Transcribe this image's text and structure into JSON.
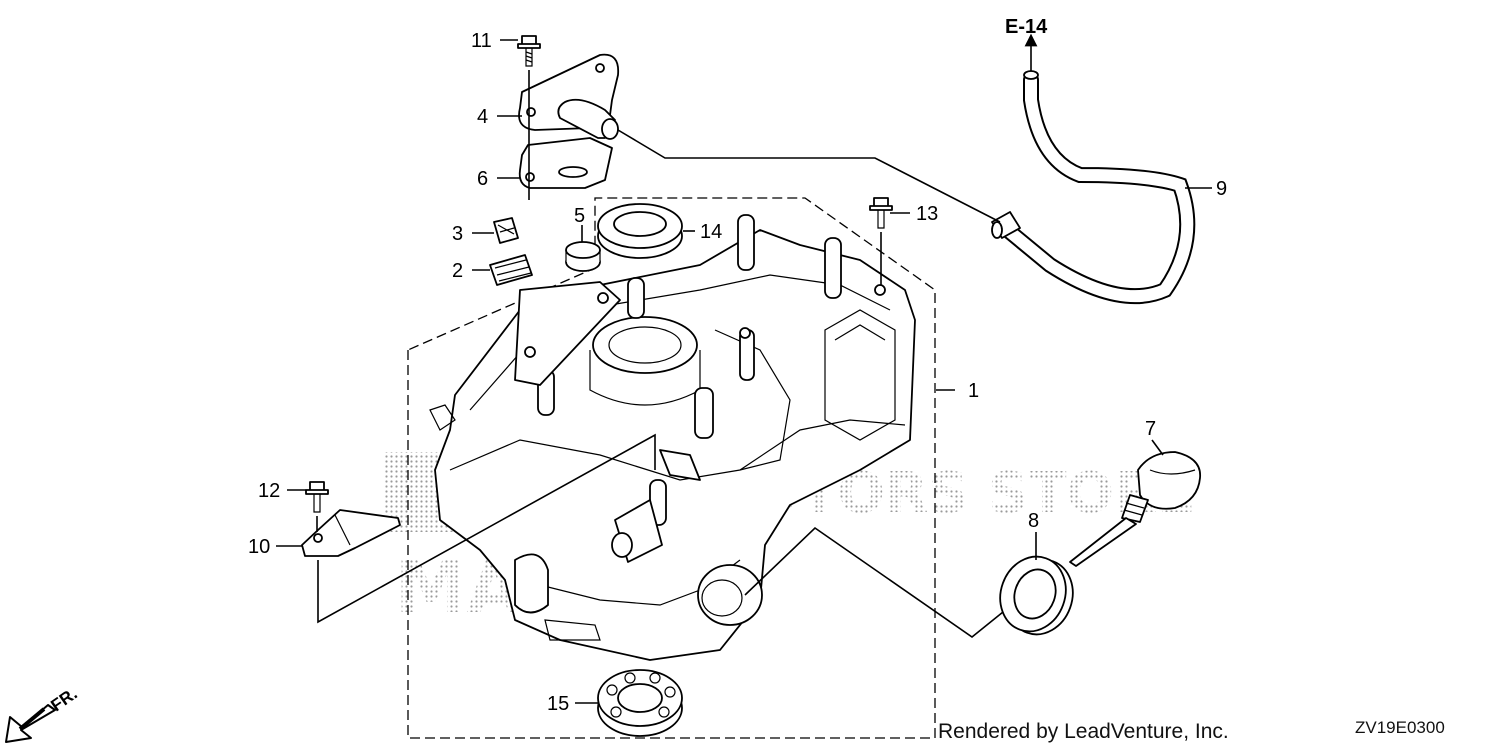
{
  "diagram": {
    "reference_label": "E-14",
    "diagram_code": "ZV19E0300",
    "credit": "Rendered by LeadVenture, Inc.",
    "direction_label": "FR.",
    "watermark": {
      "line1": "BOATS  MOTORS  STORE",
      "line2": "MARINE"
    },
    "callouts": [
      {
        "id": "1",
        "label": "1"
      },
      {
        "id": "2",
        "label": "2"
      },
      {
        "id": "3",
        "label": "3"
      },
      {
        "id": "4",
        "label": "4"
      },
      {
        "id": "5",
        "label": "5"
      },
      {
        "id": "6",
        "label": "6"
      },
      {
        "id": "7",
        "label": "7"
      },
      {
        "id": "8",
        "label": "8"
      },
      {
        "id": "9",
        "label": "9"
      },
      {
        "id": "10",
        "label": "10"
      },
      {
        "id": "11",
        "label": "11"
      },
      {
        "id": "12",
        "label": "12"
      },
      {
        "id": "13",
        "label": "13"
      },
      {
        "id": "14",
        "label": "14"
      },
      {
        "id": "15",
        "label": "15"
      }
    ]
  }
}
